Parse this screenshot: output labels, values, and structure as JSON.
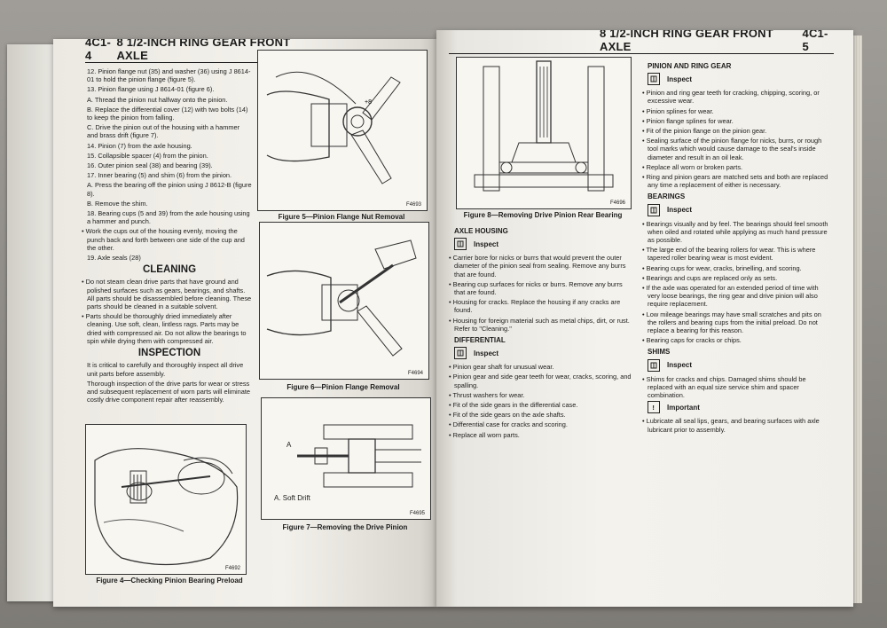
{
  "left_page": {
    "header_code": "4C1-4",
    "header_title": "8 1/2-INCH RING GEAR FRONT AXLE",
    "steps_a": [
      "12. Pinion flange nut (35) and washer (36) using J 8614-01 to hold the pinion flange (figure 5).",
      "13. Pinion flange using J 8614-01 (figure 6)."
    ],
    "steps_a_sub": [
      "A. Thread the pinion nut halfway onto the pinion.",
      "B. Replace the differential cover (12) with two bolts (14) to keep the pinion from falling.",
      "C. Drive the pinion out of the housing with a hammer and brass drift (figure 7)."
    ],
    "steps_b": [
      "14. Pinion (7) from the axle housing.",
      "15. Collapsible spacer (4) from the pinion.",
      "16. Outer pinion seal (38) and bearing (39).",
      "17. Inner bearing (5) and shim (6) from the pinion."
    ],
    "steps_b_sub": [
      "A. Press the bearing off the pinion using J 8612-B (figure 8).",
      "B. Remove the shim."
    ],
    "step_18": "18. Bearing cups (5 and 39) from the axle housing using a hammer and punch.",
    "step_18_bullet": "Work the cups out of the housing evenly, moving the punch back and forth between one side of the cup and the other.",
    "step_19": "19. Axle seals (28)",
    "cleaning_title": "CLEANING",
    "cleaning_bullets": [
      "Do not steam clean drive parts that have ground and polished surfaces such as gears, bearings, and shafts. All parts should be disassembled before cleaning. These parts should be cleaned in a suitable solvent.",
      "Parts should be thoroughly dried immediately after cleaning. Use soft, clean, lintless rags. Parts may be dried with compressed air. Do not allow the bearings to spin while drying them with compressed air."
    ],
    "inspection_title": "INSPECTION",
    "inspection_paras": [
      "It is critical to carefully and thoroughly inspect all drive unit parts before assembly.",
      "Thorough inspection of the drive parts for wear or stress and subsequent replacement of worn parts will eliminate costly drive component repair after reassembly."
    ],
    "fig4_code": "F4692",
    "fig4_caption": "Figure 4—Checking Pinion Bearing Preload",
    "fig5_code": "F4693",
    "fig5_caption": "Figure 5—Pinion Flange Nut Removal",
    "fig6_code": "F4694",
    "fig6_caption": "Figure 6—Pinion Flange Removal",
    "fig7_code": "F4695",
    "fig7_caption": "Figure 7—Removing the Drive Pinion",
    "fig7_label": "A",
    "fig7_legend": "A. Soft Drift"
  },
  "right_page": {
    "header_title": "8 1/2-INCH RING GEAR FRONT AXLE",
    "header_code": "4C1-5",
    "fig8_code": "F4696",
    "fig8_caption": "Figure 8—Removing Drive Pinion Rear Bearing",
    "inspect_label": "Inspect",
    "important_label": "Important",
    "axle_housing_head": "AXLE HOUSING",
    "axle_housing_bullets": [
      "Carrier bore for nicks or burrs that would prevent the outer diameter of the pinion seal from sealing. Remove any burrs that are found.",
      "Bearing cup surfaces for nicks or burrs. Remove any burrs that are found.",
      "Housing for cracks. Replace the housing if any cracks are found.",
      "Housing for foreign material such as metal chips, dirt, or rust. Refer to \"Cleaning.\""
    ],
    "differential_head": "DIFFERENTIAL",
    "differential_bullets": [
      "Pinion gear shaft for unusual wear.",
      "Pinion gear and side gear teeth for wear, cracks, scoring, and spalling.",
      "Thrust washers for wear.",
      "Fit of the side gears in the differential case.",
      "Fit of the side gears on the axle shafts.",
      "Differential case for cracks and scoring.",
      "Replace all worn parts."
    ],
    "pinion_ring_head": "PINION AND RING GEAR",
    "pinion_ring_bullets": [
      "Pinion and ring gear teeth for cracking, chipping, scoring, or excessive wear.",
      "Pinion splines for wear.",
      "Pinion flange splines for wear.",
      "Fit of the pinion flange on the pinion gear.",
      "Sealing surface of the pinion flange for nicks, burrs, or rough tool marks which would cause damage to the seal's inside diameter and result in an oil leak.",
      "Replace all worn or broken parts.",
      "Ring and pinion gears are matched sets and both are replaced any time a replacement of either is necessary."
    ],
    "bearings_head": "BEARINGS",
    "bearings_bullets": [
      "Bearings visually and by feel. The bearings should feel smooth when oiled and rotated while applying as much hand pressure as possible.",
      "The large end of the bearing rollers for wear. This is where tapered roller bearing wear is most evident.",
      "Bearing cups for wear, cracks, brinelling, and scoring.",
      "Bearings and cups are replaced only as sets.",
      "If the axle was operated for an extended period of time with very loose bearings, the ring gear and drive pinion will also require replacement.",
      "Low mileage bearings may have small scratches and pits on the rollers and bearing cups from the initial preload. Do not replace a bearing for this reason.",
      "Bearing caps for cracks or chips."
    ],
    "shims_head": "SHIMS",
    "shims_bullets": [
      "Shims for cracks and chips. Damaged shims should be replaced with an equal size service shim and spacer combination."
    ],
    "important_bullets": [
      "Lubricate all seal lips, gears, and bearing surfaces with axle lubricant prior to assembly."
    ]
  }
}
